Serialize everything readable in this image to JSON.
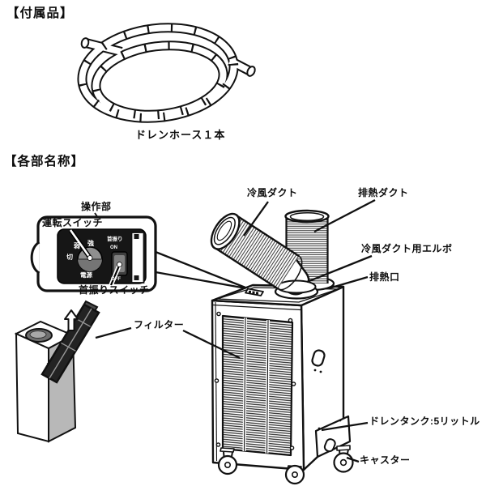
{
  "colors": {
    "ink": "#111111",
    "bg": "#ffffff"
  },
  "accessories": {
    "section_title": "【付属品】",
    "hose_caption": "ドレンホース１本"
  },
  "part_names": {
    "section_title": "【各部名称】",
    "control_panel": {
      "panel_label": "操作部",
      "run_switch_label": "運転スイッチ",
      "swing_switch_label": "首振りスイッチ",
      "dial": {
        "low": "弱",
        "high": "強",
        "off": "切",
        "power": "電源"
      },
      "swing": {
        "title": "首振り",
        "on": "ON",
        "off": "OFF"
      }
    },
    "labels": {
      "cold_air_duct": "冷風ダクト",
      "exhaust_duct": "排熱ダクト",
      "cold_air_duct_elbow": "冷風ダクト用エルボ",
      "exhaust_port": "排熱口",
      "filter": "フィルター",
      "drain_tank": "ドレンタンク:5リットル",
      "caster": "キャスター"
    }
  }
}
